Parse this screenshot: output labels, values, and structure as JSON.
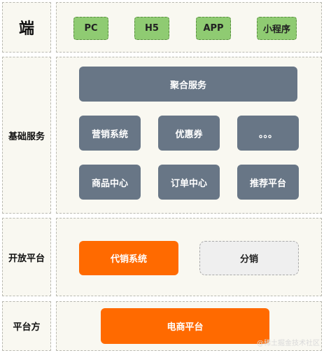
{
  "rows": {
    "client": {
      "label": "端",
      "items": [
        "PC",
        "H5",
        "APP",
        "小程序"
      ]
    },
    "base": {
      "label": "基础服务",
      "aggregate": "聚合服务",
      "items_row1": [
        "营销系统",
        "优惠券",
        "。。。"
      ],
      "items_row2": [
        "商品中心",
        "订单中心",
        "推荐平台"
      ]
    },
    "open": {
      "label": "开放平台",
      "items": [
        "代销系统",
        "分销"
      ]
    },
    "platform": {
      "label": "平台方",
      "items": [
        "电商平台"
      ]
    }
  },
  "watermark": "@稀土掘金技术社区",
  "colors": {
    "panel_bg": "#f9f8f1",
    "green": "#8fcb72",
    "slate": "#687686",
    "orange": "#ff6a00",
    "light_gray": "#efefef"
  }
}
